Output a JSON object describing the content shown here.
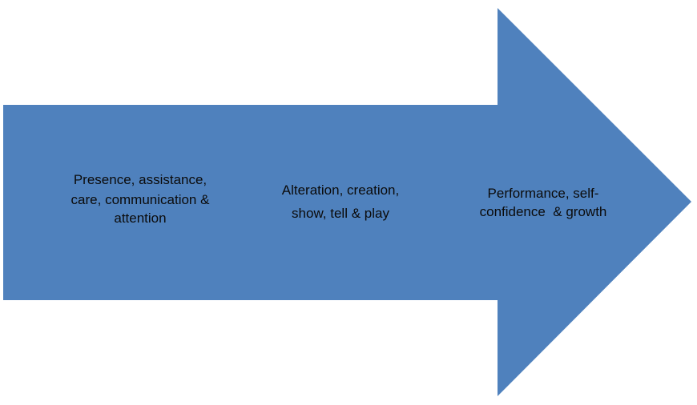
{
  "diagram": {
    "type": "process-arrow",
    "colors": {
      "arrow_fill": "#4F81BD",
      "text": "#0B0B0B",
      "background": "#FFFFFF"
    },
    "stages": [
      {
        "lines": [
          "Presence, assistance,",
          "care, communication &",
          "attention"
        ]
      },
      {
        "lines": [
          "Alteration, creation,",
          "show, tell & play"
        ]
      },
      {
        "lines": [
          "Performance, self-",
          "confidence  & growth"
        ]
      }
    ]
  }
}
